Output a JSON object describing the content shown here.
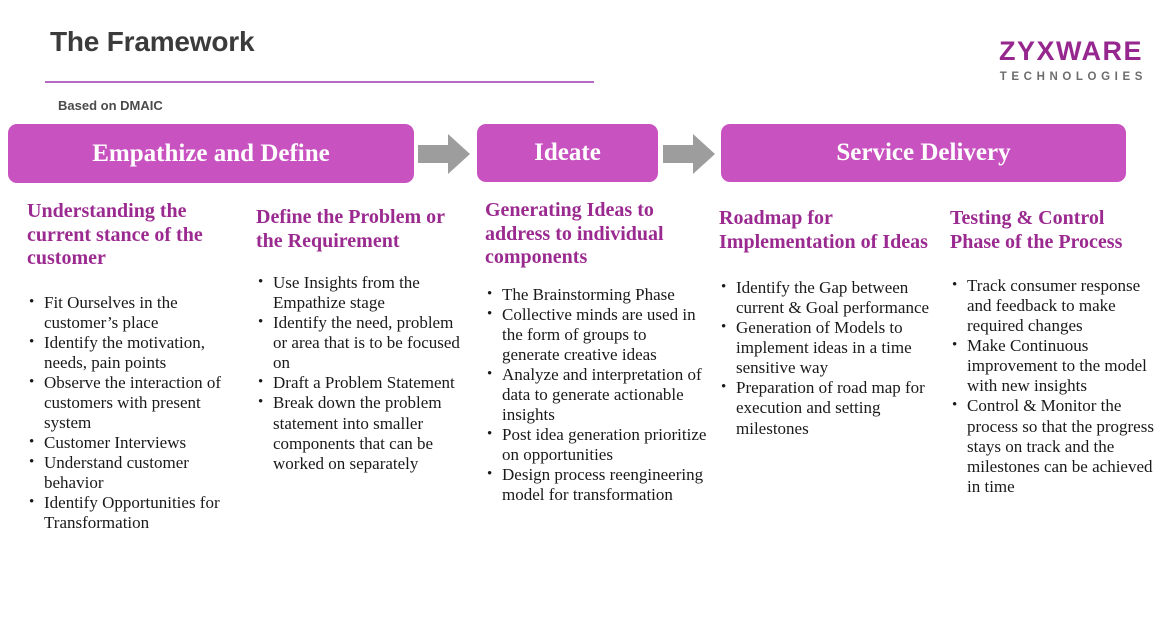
{
  "header": {
    "title": "The Framework",
    "subtitle": "Based on DMAIC",
    "divider_color": "#b469c4",
    "title_color": "#3b3b3b"
  },
  "logo": {
    "word": "ZYXWARE",
    "sub": "T E C H N O L O G I E S",
    "sub_plain": "TECHNOLOGIES",
    "word_color": "#96278f",
    "sub_color": "#6d6d6d"
  },
  "theme": {
    "banner_fill": "#c853c0",
    "banner_text": "#ffffff",
    "heading_purple": "#9b2a90",
    "arrow_gray": "#9d9d9d",
    "body_text": "#1a1a1a"
  },
  "phases": [
    {
      "label": "Empathize and Define"
    },
    {
      "label": "Ideate"
    },
    {
      "label": "Service Delivery"
    }
  ],
  "arrows": [
    {
      "name": "arrow-right-1"
    },
    {
      "name": "arrow-right-2"
    }
  ],
  "columns": [
    {
      "heading": "Understanding the current stance of the customer",
      "items": [
        "Fit Ourselves in the customer’s place",
        "Identify the motivation, needs, pain points",
        "Observe the interaction of customers with present system",
        "Customer Interviews",
        "Understand customer behavior",
        "Identify Opportunities for Transformation"
      ]
    },
    {
      "heading": "Define the Problem or the Requirement",
      "items": [
        "Use Insights from the Empathize stage",
        "Identify the need, problem or area that is to be focused on",
        "Draft a Problem Statement",
        "Break down the problem statement into smaller components that can be worked on separately"
      ]
    },
    {
      "heading": "Generating Ideas to address to individual components",
      "items": [
        "The Brainstorming Phase",
        "Collective minds are used in the form of groups to generate creative ideas",
        "Analyze and interpretation of data to generate actionable insights",
        "Post idea generation prioritize on opportunities",
        "Design process reengineering model for transformation"
      ]
    },
    {
      "heading": "Roadmap for Implementation of Ideas",
      "items": [
        "Identify the Gap between current & Goal performance",
        "Generation of Models to implement ideas in a time sensitive way",
        "Preparation of road map for execution and setting milestones"
      ]
    },
    {
      "heading": "Testing & Control Phase of the Process",
      "items": [
        "Track consumer response and feedback to make required changes",
        "Make Continuous improvement to the model with new insights",
        "Control & Monitor the process so that the progress stays on track and the milestones can be achieved in time"
      ]
    }
  ]
}
